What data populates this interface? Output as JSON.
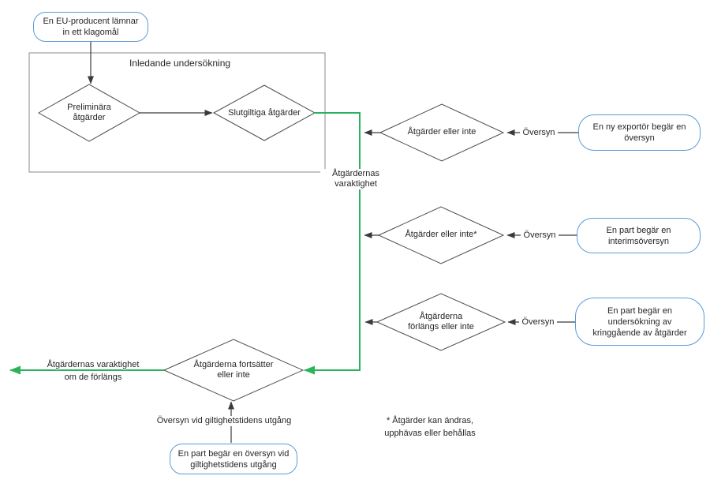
{
  "colors": {
    "flow_green": "#2BB25C",
    "stadium_blue": "#5B9BD5",
    "line_dark": "#3a3a3a",
    "text": "#262626"
  },
  "frame": {
    "title": "Inledande undersökning"
  },
  "nodes": {
    "complaint": {
      "line1": "En EU-producent lämnar",
      "line2": "in ett klagomål"
    },
    "preliminary": {
      "line1": "Preliminära",
      "line2": "åtgärder"
    },
    "final": {
      "label": "Slutgiltiga åtgärder"
    },
    "measures_or_not": {
      "label": "Åtgärder eller inte"
    },
    "measures_or_not_star": {
      "label": "Åtgärder eller inte*"
    },
    "measures_extended": {
      "line1": "Åtgärderna",
      "line2": "förlängs eller inte"
    },
    "measures_continue": {
      "line1": "Åtgärderna fortsätter",
      "line2": "eller inte"
    },
    "new_exporter": {
      "line1": "En ny exportör begär en",
      "line2": "översyn"
    },
    "interim_review": {
      "line1": "En part begär en",
      "line2": "interimsöversyn"
    },
    "circumvention": {
      "line1": "En part begär en",
      "line2": "undersökning av",
      "line3": "kringgående av åtgärder"
    },
    "expiry_request": {
      "line1": "En part begär en översyn vid",
      "line2": "giltighetstidens utgång"
    }
  },
  "labels": {
    "duration": {
      "line1": "Åtgärdernas",
      "line2": "varaktighet"
    },
    "oversyn1": "Översyn",
    "oversyn2": "Översyn",
    "oversyn3": "Översyn",
    "duration_extended": {
      "line1": "Åtgärdernas varaktighet",
      "line2": "om de förlängs"
    },
    "expiry_review": "Översyn vid giltighetstidens utgång",
    "footnote": {
      "line1": "* Åtgärder kan ändras,",
      "line2": "upphävas eller behållas"
    }
  }
}
